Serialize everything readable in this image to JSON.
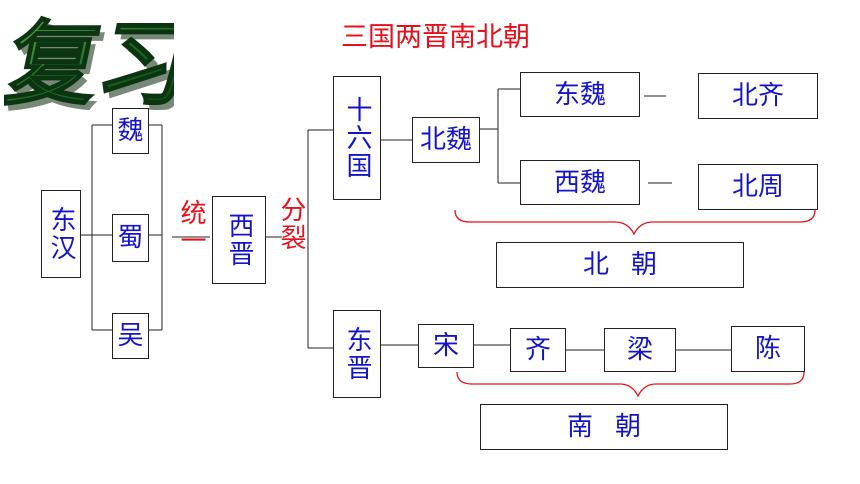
{
  "title": "三国两晋南北朝",
  "logo_text": "复习",
  "nodes": {
    "donghan": "东汉",
    "wei": "魏",
    "shu": "蜀",
    "wu": "吴",
    "xijin": "西晋",
    "shiliuguo": "十六国",
    "dongjin": "东晋",
    "beiwei": "北魏",
    "dongwei": "东魏",
    "xiwei": "西魏",
    "beiqi": "北齐",
    "beizhou": "北周",
    "song": "宋",
    "qi": "齐",
    "liang": "梁",
    "chen": "陈"
  },
  "labels": {
    "tongyi": "统一",
    "fenlie": "分裂"
  },
  "groups": {
    "beichao": "北朝",
    "nanchao": "南朝"
  },
  "colors": {
    "node_text": "#1515c8",
    "title": "#e8101a",
    "brace": "#e8101a",
    "logo": "#1f6b27"
  }
}
